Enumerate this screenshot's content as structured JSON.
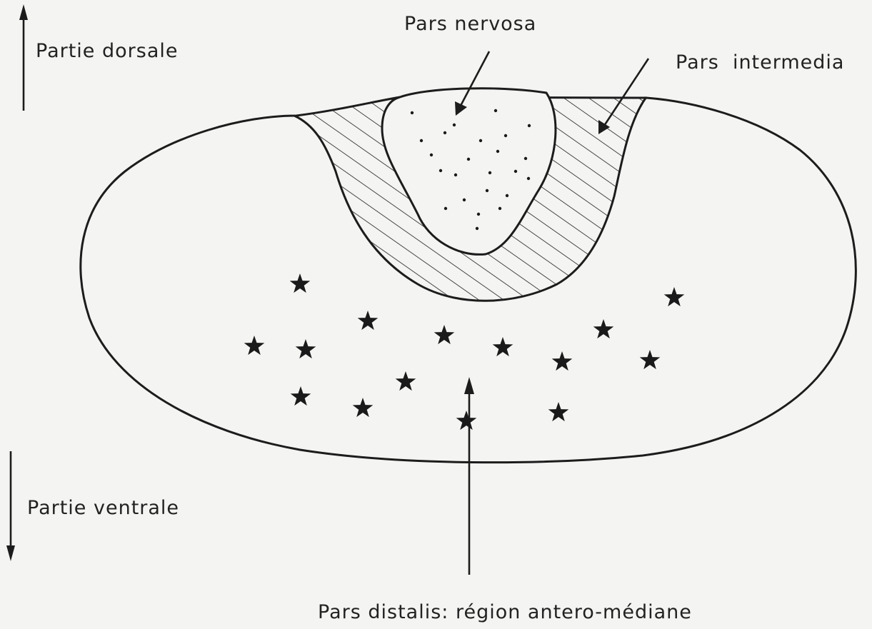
{
  "labels": {
    "pars_nervosa": "Pars nervosa",
    "pars_intermedia": "Pars  intermedia",
    "partie_dorsale": "Partie dorsale",
    "partie_ventrale": "Partie ventrale",
    "pars_distalis": "Pars distalis: région antero-médiane"
  },
  "colors": {
    "ink": "#1c1c1c",
    "paper": "#f4f4f2"
  },
  "icons": {
    "star": "star-icon",
    "arrow_up": "arrow-up-icon",
    "arrow_down": "arrow-down-icon"
  }
}
